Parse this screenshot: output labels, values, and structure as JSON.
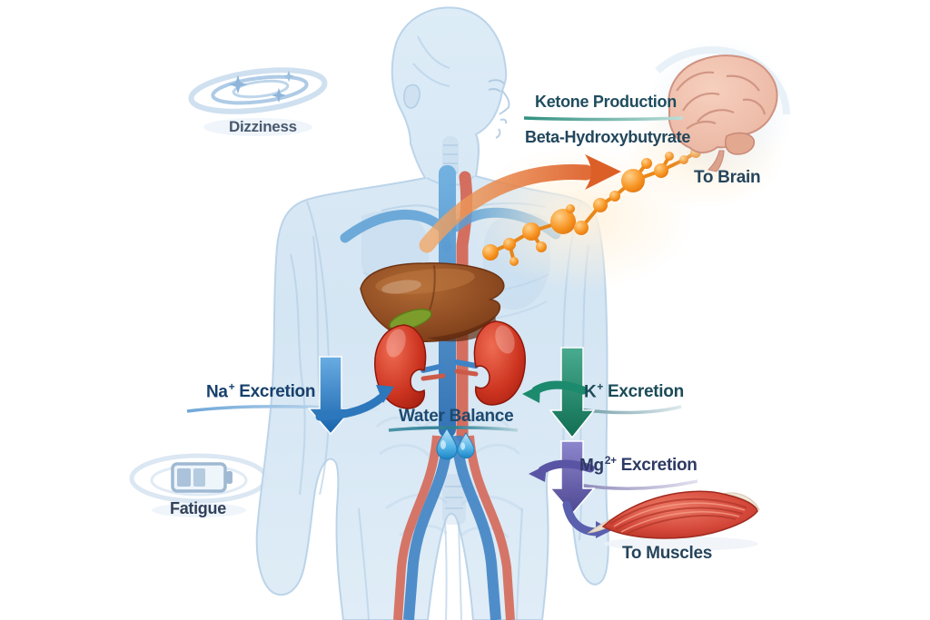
{
  "labels": {
    "ketone_production": "Ketone Production",
    "beta_hydroxybutyrate": "Beta-Hydroxybutyrate",
    "to_brain": "To Brain",
    "dizziness": "Dizziness",
    "fatigue": "Fatigue",
    "water_balance": "Water Balance",
    "to_muscles": "To Muscles",
    "na": {
      "element": "Na",
      "charge": "+",
      "action": "Excretion"
    },
    "k": {
      "element": "K",
      "charge": "+",
      "action": "Excretion"
    },
    "mg": {
      "element": "Mg",
      "charge": "2+",
      "action": "Excretion"
    }
  },
  "icons": {
    "dizziness": "spiral-stars-icon",
    "fatigue": "battery-low-icon",
    "water": "water-drops-icon",
    "brain": "brain-illustration",
    "muscle": "muscle-illustration",
    "liver": "liver-illustration",
    "kidneys": "kidneys-illustration",
    "body": "human-body-silhouette",
    "molecules": "ketone-molecule-chain",
    "liver_to_brain_arrow": "curved-arrow-icon"
  },
  "colors": {
    "ketone_orange": "#f08018",
    "arrow_blue": "#1e6cb2",
    "arrow_teal": "#0f8165",
    "arrow_purple": "#5a54a4",
    "body_blue": "#d5e6f4",
    "liver_brown": "#8f4c22",
    "kidney_red": "#c93220",
    "brain_pink": "#edbfae",
    "muscle_red": "#d4483a",
    "label_navy": "#1d3f66",
    "label_teal": "#1b4b58"
  }
}
